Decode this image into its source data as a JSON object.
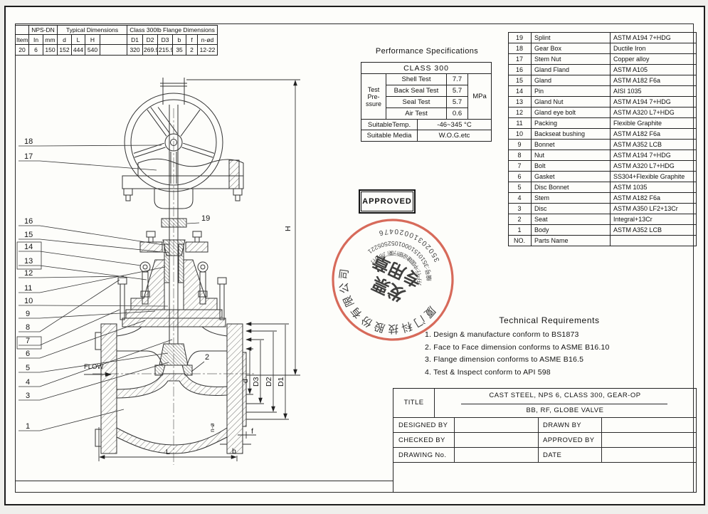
{
  "dims_table": {
    "group_headers": [
      "NPS-DN",
      "Typical Dimensions",
      "Class 300lb Flange Dimensions"
    ],
    "col_headers": [
      "Item",
      "In",
      "mm",
      "d",
      "L",
      "H",
      "",
      "D1",
      "D2",
      "D3",
      "b",
      "f",
      "n-ød"
    ],
    "row": [
      "20",
      "6",
      "150",
      "152",
      "444",
      "540",
      "",
      "320",
      "269.9",
      "215.9",
      "35",
      "2",
      "12-22"
    ]
  },
  "perf": {
    "title": "Performance Specifications",
    "class_header": "CLASS 300",
    "pressure_lines": [
      "Test",
      "Pre-",
      "ssure"
    ],
    "rows": [
      [
        "Shell Test",
        "7.7"
      ],
      [
        "Back Seal Test",
        "5.7"
      ],
      [
        "Seal Test",
        "5.7"
      ],
      [
        "Air Test",
        "0.6"
      ]
    ],
    "unit": "MPa",
    "temp_label": "SuitableTemp.",
    "temp_value": "-46~345 °C",
    "media_label": "Suitable Media",
    "media_value": "W.O.G.etc"
  },
  "parts": {
    "rows": [
      [
        "19",
        "Splint",
        "ASTM A194 7+HDG"
      ],
      [
        "18",
        "Gear Box",
        "Ductile Iron"
      ],
      [
        "17",
        "Stem Nut",
        "Copper alloy"
      ],
      [
        "16",
        "Gland Fland",
        "ASTM A105"
      ],
      [
        "15",
        "Gland",
        "ASTM A182 F6a"
      ],
      [
        "14",
        "Pin",
        "AISI 1035"
      ],
      [
        "13",
        "Gland Nut",
        "ASTM A194 7+HDG"
      ],
      [
        "12",
        "Gland eye bolt",
        "ASTM A320 L7+HDG"
      ],
      [
        "11",
        "Packing",
        "Flexible Graphite"
      ],
      [
        "10",
        "Backseat bushing",
        "ASTM A182 F6a"
      ],
      [
        "9",
        "Bonnet",
        "ASTM A352 LCB"
      ],
      [
        "8",
        "Nut",
        "ASTM A194 7+HDG"
      ],
      [
        "7",
        "Bolt",
        "ASTM A320 L7+HDG"
      ],
      [
        "6",
        "Gasket",
        "SS304+Flexible Graphite"
      ],
      [
        "5",
        "Disc Bonnet",
        "ASTM 1035"
      ],
      [
        "4",
        "Stem",
        "ASTM A182 F6a"
      ],
      [
        "3",
        "Disc",
        "ASTM A350 LF2+13Cr"
      ],
      [
        "2",
        "Seat",
        "Integral+13Cr"
      ],
      [
        "1",
        "Body",
        "ASTM A352 LCB"
      ],
      [
        "NO.",
        "Parts Name",
        ""
      ]
    ]
  },
  "tech": {
    "title": "Technical Requirements",
    "items": [
      "1.  Design & manufacture conform to BS1873",
      "2.  Face to Face dimension conforms to ASME B16.10",
      "3.  Flange dimension conforms to ASME B16.5",
      "4.  Test & Inspect conform to API 598"
    ]
  },
  "title_block": {
    "title_label": "TITLE",
    "title_line1": "CAST STEEL, NPS 6, CLASS 300, GEAR-OP",
    "title_line2": "BB, RF, GLOBE VALVE",
    "designed_label": "DESIGNED BY",
    "drawn_label": "DRAWN BY",
    "checked_label": "CHECKED  BY",
    "approved_label": "APPROVED BY",
    "drawing_no_label": "DRAWING No.",
    "date_label": "DATE"
  },
  "stamps": {
    "approved_text": "APPROVED",
    "seal": {
      "company_arc": "厦门科技股份有限公司",
      "number_arc": "35020310020476",
      "serial_arc": "编号:35101510001052505221",
      "bank_arc": "开户行:中国建设银行厦门市分行",
      "center_line1": "发票",
      "center_line2": "专用章",
      "color": "#cf4a38"
    }
  },
  "drawing": {
    "callouts": [
      "18",
      "17",
      "16",
      "15",
      "14",
      "13",
      "12",
      "11",
      "10",
      "9",
      "8",
      "7",
      "6",
      "5",
      "4",
      "3",
      "1"
    ],
    "callout_2": "2",
    "callout_19": "19",
    "labels": {
      "flow": "FLOW",
      "H": "H",
      "L": "L",
      "b": "b",
      "f": "f",
      "d": "d",
      "D1": "D1",
      "D2": "D2",
      "D3": "D3",
      "n_holes": "n-ø"
    }
  }
}
